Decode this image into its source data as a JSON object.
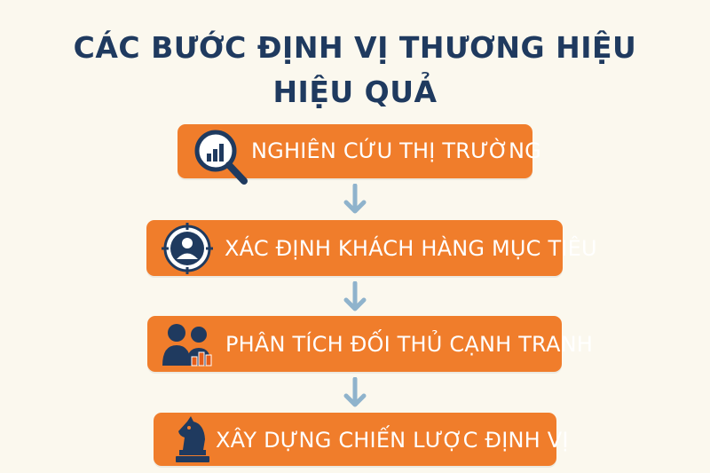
{
  "title": {
    "line1": "CÁC BƯỚC ĐỊNH VỊ THƯƠNG HIỆU",
    "line2": "HIỆU QUẢ"
  },
  "steps": [
    {
      "label": "NGHIÊN CỨU THỊ TRƯỜNG",
      "icon": "magnifier-chart-icon"
    },
    {
      "label": "XÁC ĐỊNH KHÁCH HÀNG MỤC TIÊU",
      "icon": "target-person-icon"
    },
    {
      "label": "PHÂN TÍCH ĐỐI THỦ CẠNH TRANH",
      "icon": "people-bar-chart-icon"
    },
    {
      "label": "XÂY DỰNG CHIẾN LƯỢC ĐỊNH VỊ",
      "icon": "chess-knight-icon"
    }
  ],
  "colors": {
    "background": "#fbf8ee",
    "title": "#1f3a5f",
    "box": "#f07d2b",
    "box_text": "#ffffff",
    "icon": "#1f3a5f",
    "arrow": "#8fb3cc"
  }
}
